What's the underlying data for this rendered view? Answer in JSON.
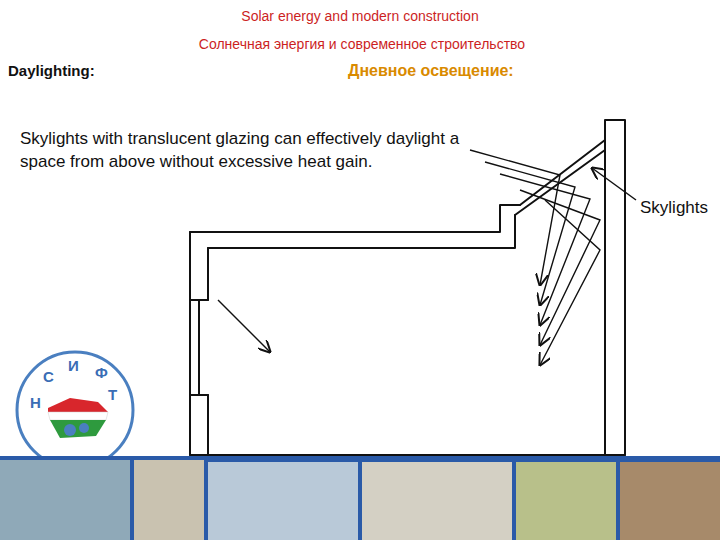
{
  "diagram": {
    "title": "Solar energy and modern construction",
    "labels": [
      "Солнечная энергия и современное строительство",
      "Daylighting:",
      "Дневное освещение:",
      "Skylights with translucent glazing can effectively daylight a space from above without excessive heat gain.",
      "Skylights",
      "Н",
      "С",
      "И",
      "Ф",
      "Т"
    ]
  }
}
